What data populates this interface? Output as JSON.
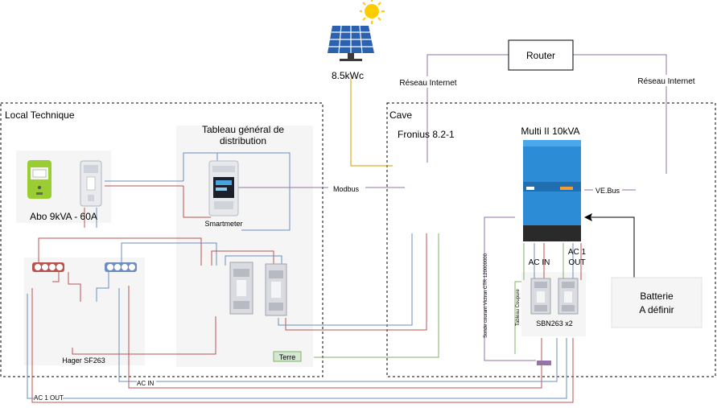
{
  "solar": {
    "label": "8.5kWc"
  },
  "router": {
    "label": "Router"
  },
  "internet": {
    "left": "Réseau Internet",
    "right": "Réseau Internet"
  },
  "zones": {
    "local": "Local Technique",
    "cave": "Cave"
  },
  "tableau": {
    "line1": "Tableau général de",
    "line2": "distribution"
  },
  "abo": {
    "label": "Abo 9kVA - 60A"
  },
  "smartmeter": {
    "label": "Smartmeter"
  },
  "hager": {
    "label": "Hager SF263"
  },
  "terre": {
    "label": "Terre"
  },
  "fronius": {
    "label": "Fronius 8.2-1"
  },
  "multi": {
    "label": "Multi II 10kVA"
  },
  "modbus": {
    "label": "Modbus"
  },
  "vebus": {
    "label": "VE.Bus"
  },
  "acin_inv": {
    "label": "AC IN"
  },
  "ac1out_inv": {
    "line1": "AC 1",
    "line2": "OUT"
  },
  "sbn": {
    "label": "SBN263 x2"
  },
  "tableau_coupure": {
    "label": "Tableau Coupure"
  },
  "sonde": {
    "label": "Sonde courant Victron CTR 120000000"
  },
  "batterie": {
    "line1": "Batterie",
    "line2": "A définir"
  },
  "acin_bottom": {
    "label": "AC IN"
  },
  "ac1out_bottom": {
    "label": "AC 1 OUT"
  },
  "colors": {
    "red": "#b85450",
    "blue": "#6c8ebf",
    "green": "#82b366",
    "purple": "#9673a6",
    "orange": "#d79b00",
    "victron": "#2c8dd6"
  }
}
